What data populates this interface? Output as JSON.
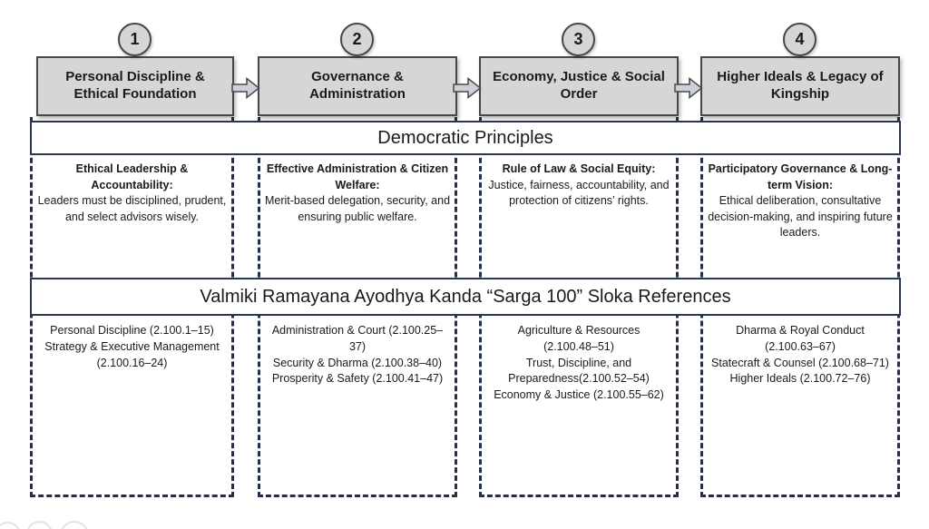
{
  "banners": {
    "principles_title": "Democratic Principles",
    "sloka_title": "Valmiki Ramayana Ayodhya Kanda “Sarga 100” Sloka References"
  },
  "columns": [
    {
      "number": "1",
      "header": "Personal Discipline & Ethical Foundation",
      "principle_title": "Ethical Leadership & Accountability:",
      "principle_body": "Leaders must be disciplined, prudent, and select advisors wisely.",
      "sloka_refs": [
        "Personal Discipline (2.100.1–15)",
        "Strategy & Executive Management (2.100.16–24)"
      ]
    },
    {
      "number": "2",
      "header": "Governance & Administration",
      "principle_title": "Effective Administration & Citizen Welfare:",
      "principle_body": "Merit-based delegation, security, and ensuring public welfare.",
      "sloka_refs": [
        "Administration & Court (2.100.25–37)",
        "Security & Dharma (2.100.38–40)",
        "Prosperity & Safety (2.100.41–47)"
      ]
    },
    {
      "number": "3",
      "header": "Economy, Justice & Social Order",
      "principle_title": "Rule of Law & Social Equity:",
      "principle_body": "Justice, fairness, accountability, and protection of citizens’ rights.",
      "sloka_refs": [
        "Agriculture & Resources (2.100.48–51)",
        "Trust, Discipline, and Preparedness(2.100.52–54)",
        "Economy & Justice (2.100.55–62)"
      ]
    },
    {
      "number": "4",
      "header": "Higher Ideals & Legacy of Kingship",
      "principle_title": "Participatory Governance & Long-term Vision:",
      "principle_body": "Ethical deliberation, consultative decision-making, and inspiring future leaders.",
      "sloka_refs": [
        "Dharma & Royal Conduct (2.100.63–67)",
        "Statecraft & Counsel (2.100.68–71)",
        "Higher Ideals (2.100.72–76)"
      ]
    }
  ],
  "colors": {
    "header_box_fill": "#d6d6d6",
    "header_box_border": "#474747",
    "dashed_outline": "#24304a",
    "banner_border": "#2b3650",
    "arrow_fill": "#ccd1d9",
    "text": "#1a1a1a"
  }
}
